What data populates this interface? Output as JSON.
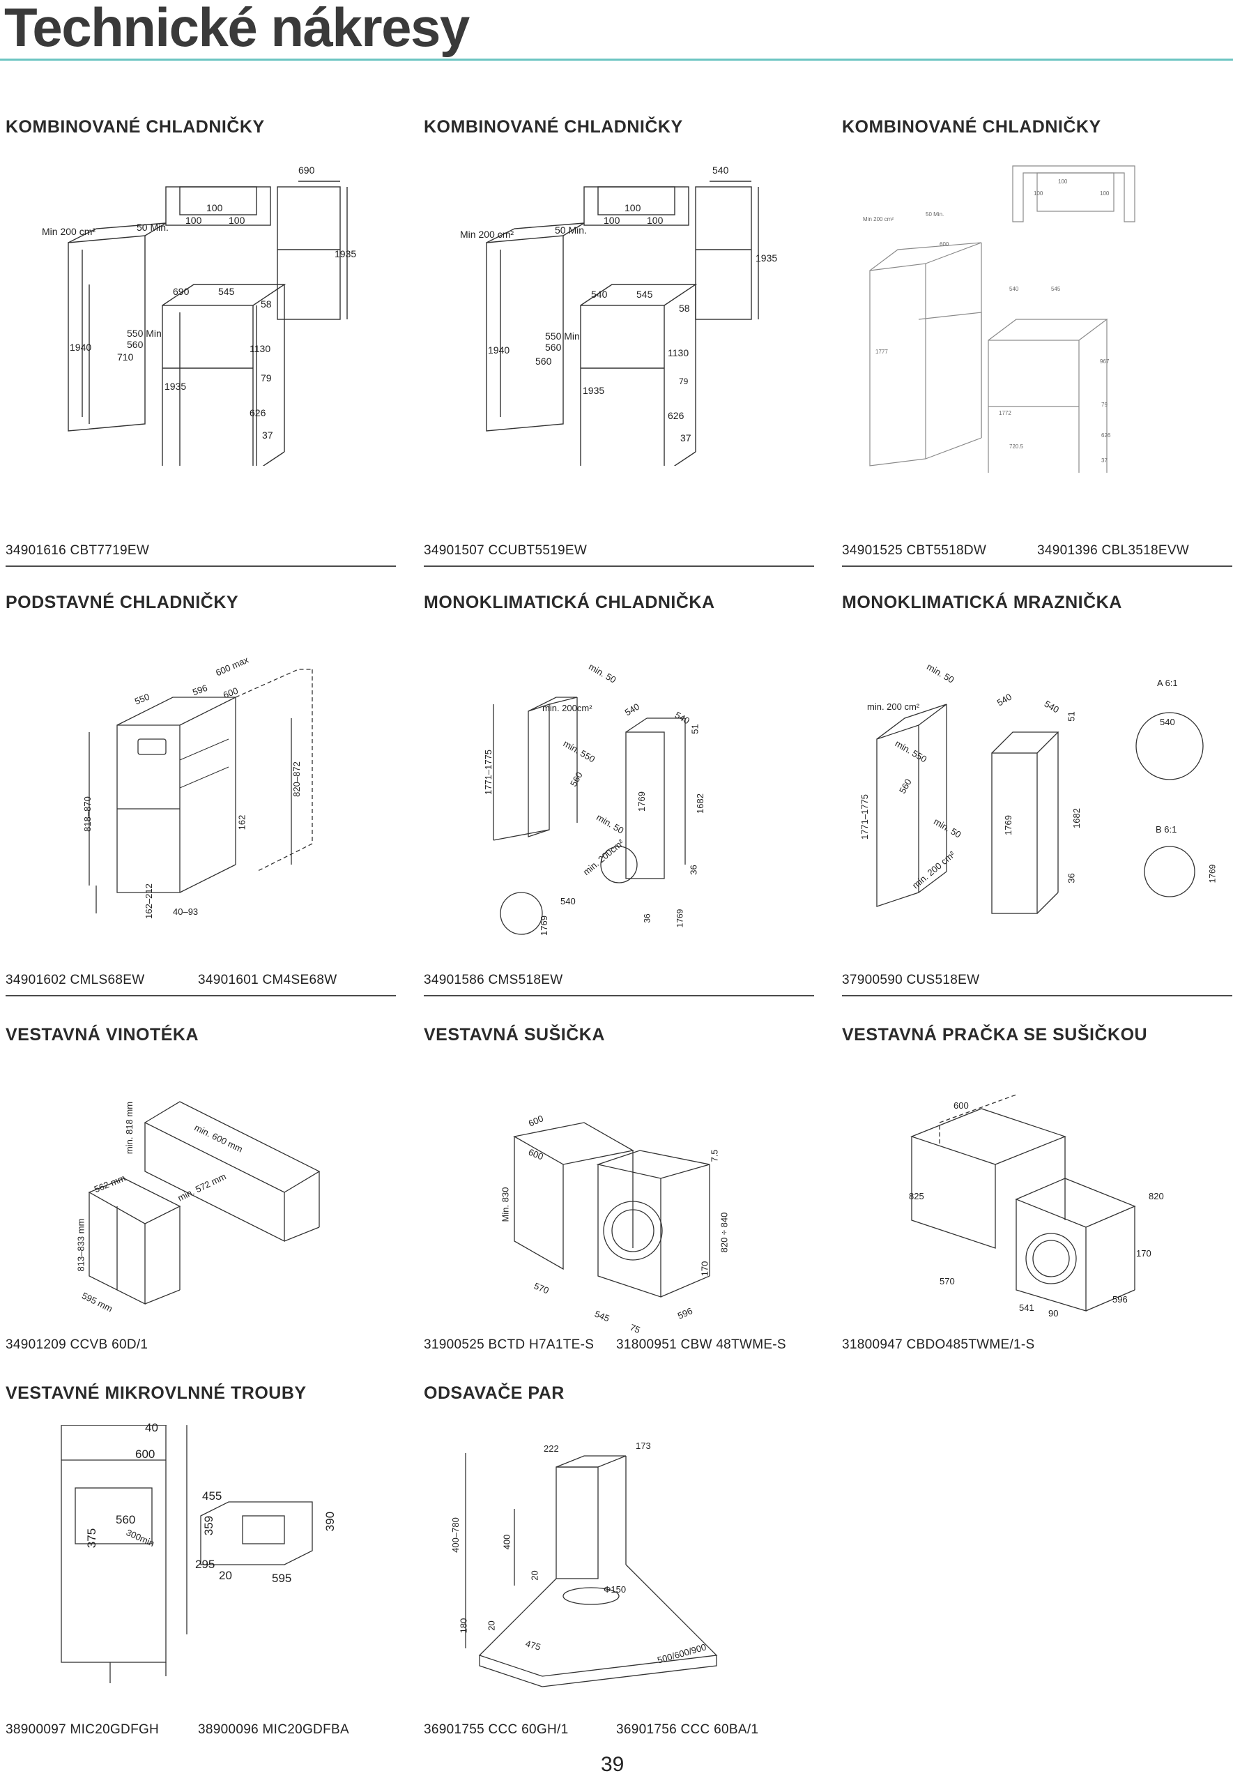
{
  "page": {
    "title": "Technické nákresy",
    "number": "39"
  },
  "sections": [
    {
      "heading": "KOMBINOVANÉ CHLADNIČKY",
      "codes": [
        "34901616 CBT7719EW"
      ],
      "dims": [
        "690",
        "100",
        "100",
        "100",
        "Min 200 cm²",
        "50 Min.",
        "1935",
        "690",
        "545",
        "58",
        "1940",
        "550 Min",
        "560",
        "710",
        "1130",
        "79",
        "1935",
        "626",
        "37"
      ]
    },
    {
      "heading": "KOMBINOVANÉ CHLADNIČKY",
      "codes": [
        "34901507 CCUBT5519EW"
      ],
      "dims": [
        "540",
        "100",
        "100",
        "100",
        "Min 200 cm²",
        "50 Min.",
        "1935",
        "540",
        "545",
        "58",
        "1940",
        "550 Min",
        "560",
        "560",
        "1130",
        "79",
        "1935",
        "626",
        "37"
      ]
    },
    {
      "heading": "KOMBINOVANÉ CHLADNIČKY",
      "codes": [
        "34901525 CBT5518DW",
        "34901396 CBL3518EVW"
      ],
      "dims": [
        "Min 200 cm²",
        "50 Min.",
        "100",
        "100",
        "100",
        "600",
        "540",
        "545",
        "1777",
        "1772",
        "967",
        "79",
        "626",
        "37",
        "720.5"
      ]
    },
    {
      "heading": "PODSTAVNÉ CHLADNIČKY",
      "codes": [
        "34901602 CMLS68EW",
        "34901601 CM4SE68W"
      ],
      "dims": [
        "600 max",
        "550",
        "596",
        "600",
        "818–870",
        "820–872",
        "162",
        "162–212",
        "40–93"
      ]
    },
    {
      "heading": "MONOKLIMATICKÁ CHLADNIČKA",
      "codes": [
        "34901586 CMS518EW"
      ],
      "dims": [
        "min. 50",
        "min. 200cm²",
        "540",
        "540",
        "51",
        "1771–1775",
        "min. 550",
        "560",
        "min. 50",
        "min. 200cm²",
        "1769",
        "1682",
        "36",
        "540",
        "1769",
        "36",
        "1769"
      ]
    },
    {
      "heading": "MONOKLIMATICKÁ MRAZNIČKA",
      "codes": [
        "37900590 CUS518EW"
      ],
      "dims": [
        "min. 50",
        "min. 200 cm²",
        "540",
        "540",
        "51",
        "A 6:1",
        "540",
        "1771–1775",
        "min. 550",
        "560",
        "min. 50",
        "min. 200 cm²",
        "1769",
        "1682",
        "36",
        "B 6:1",
        "1769"
      ]
    },
    {
      "heading": "VESTAVNÁ VINOTÉKA",
      "codes": [
        "34901209 CCVB 60D/1"
      ],
      "dims": [
        "min. 818 mm",
        "min. 600 mm",
        "562 mm",
        "min. 572 mm",
        "813–833 mm",
        "595 mm"
      ]
    },
    {
      "heading": "VESTAVNÁ SUŠIČKA",
      "codes": [
        "31900525 BCTD H7A1TE-S",
        "31800951 CBW 48TWME-S"
      ],
      "dims": [
        "600",
        "600",
        "Min. 830",
        "7.5",
        "820 ÷ 840",
        "170",
        "570",
        "545",
        "75",
        "596"
      ]
    },
    {
      "heading": "VESTAVNÁ PRAČKA SE SUŠIČKOU",
      "codes": [
        "31800947 CBDO485TWME/1-S"
      ],
      "dims": [
        "600",
        "825",
        "820",
        "170",
        "570",
        "541",
        "90",
        "596"
      ]
    },
    {
      "heading": "VESTAVNÉ MIKROVLNNÉ TROUBY",
      "codes": [
        "38900097 MIC20GDFGH",
        "38900096 MIC20GDFBA"
      ],
      "dims": [
        "40",
        "600",
        "560",
        "375",
        "300min",
        "455",
        "359",
        "390",
        "295",
        "20",
        "595"
      ]
    },
    {
      "heading": "ODSAVAČE PAR",
      "codes": [
        "36901755 CCC 60GH/1",
        "36901756 CCC 60BA/1"
      ],
      "dims": [
        "222",
        "173",
        "400–780",
        "400",
        "20",
        "Φ150",
        "180",
        "20",
        "475",
        "500/600/900"
      ]
    }
  ]
}
